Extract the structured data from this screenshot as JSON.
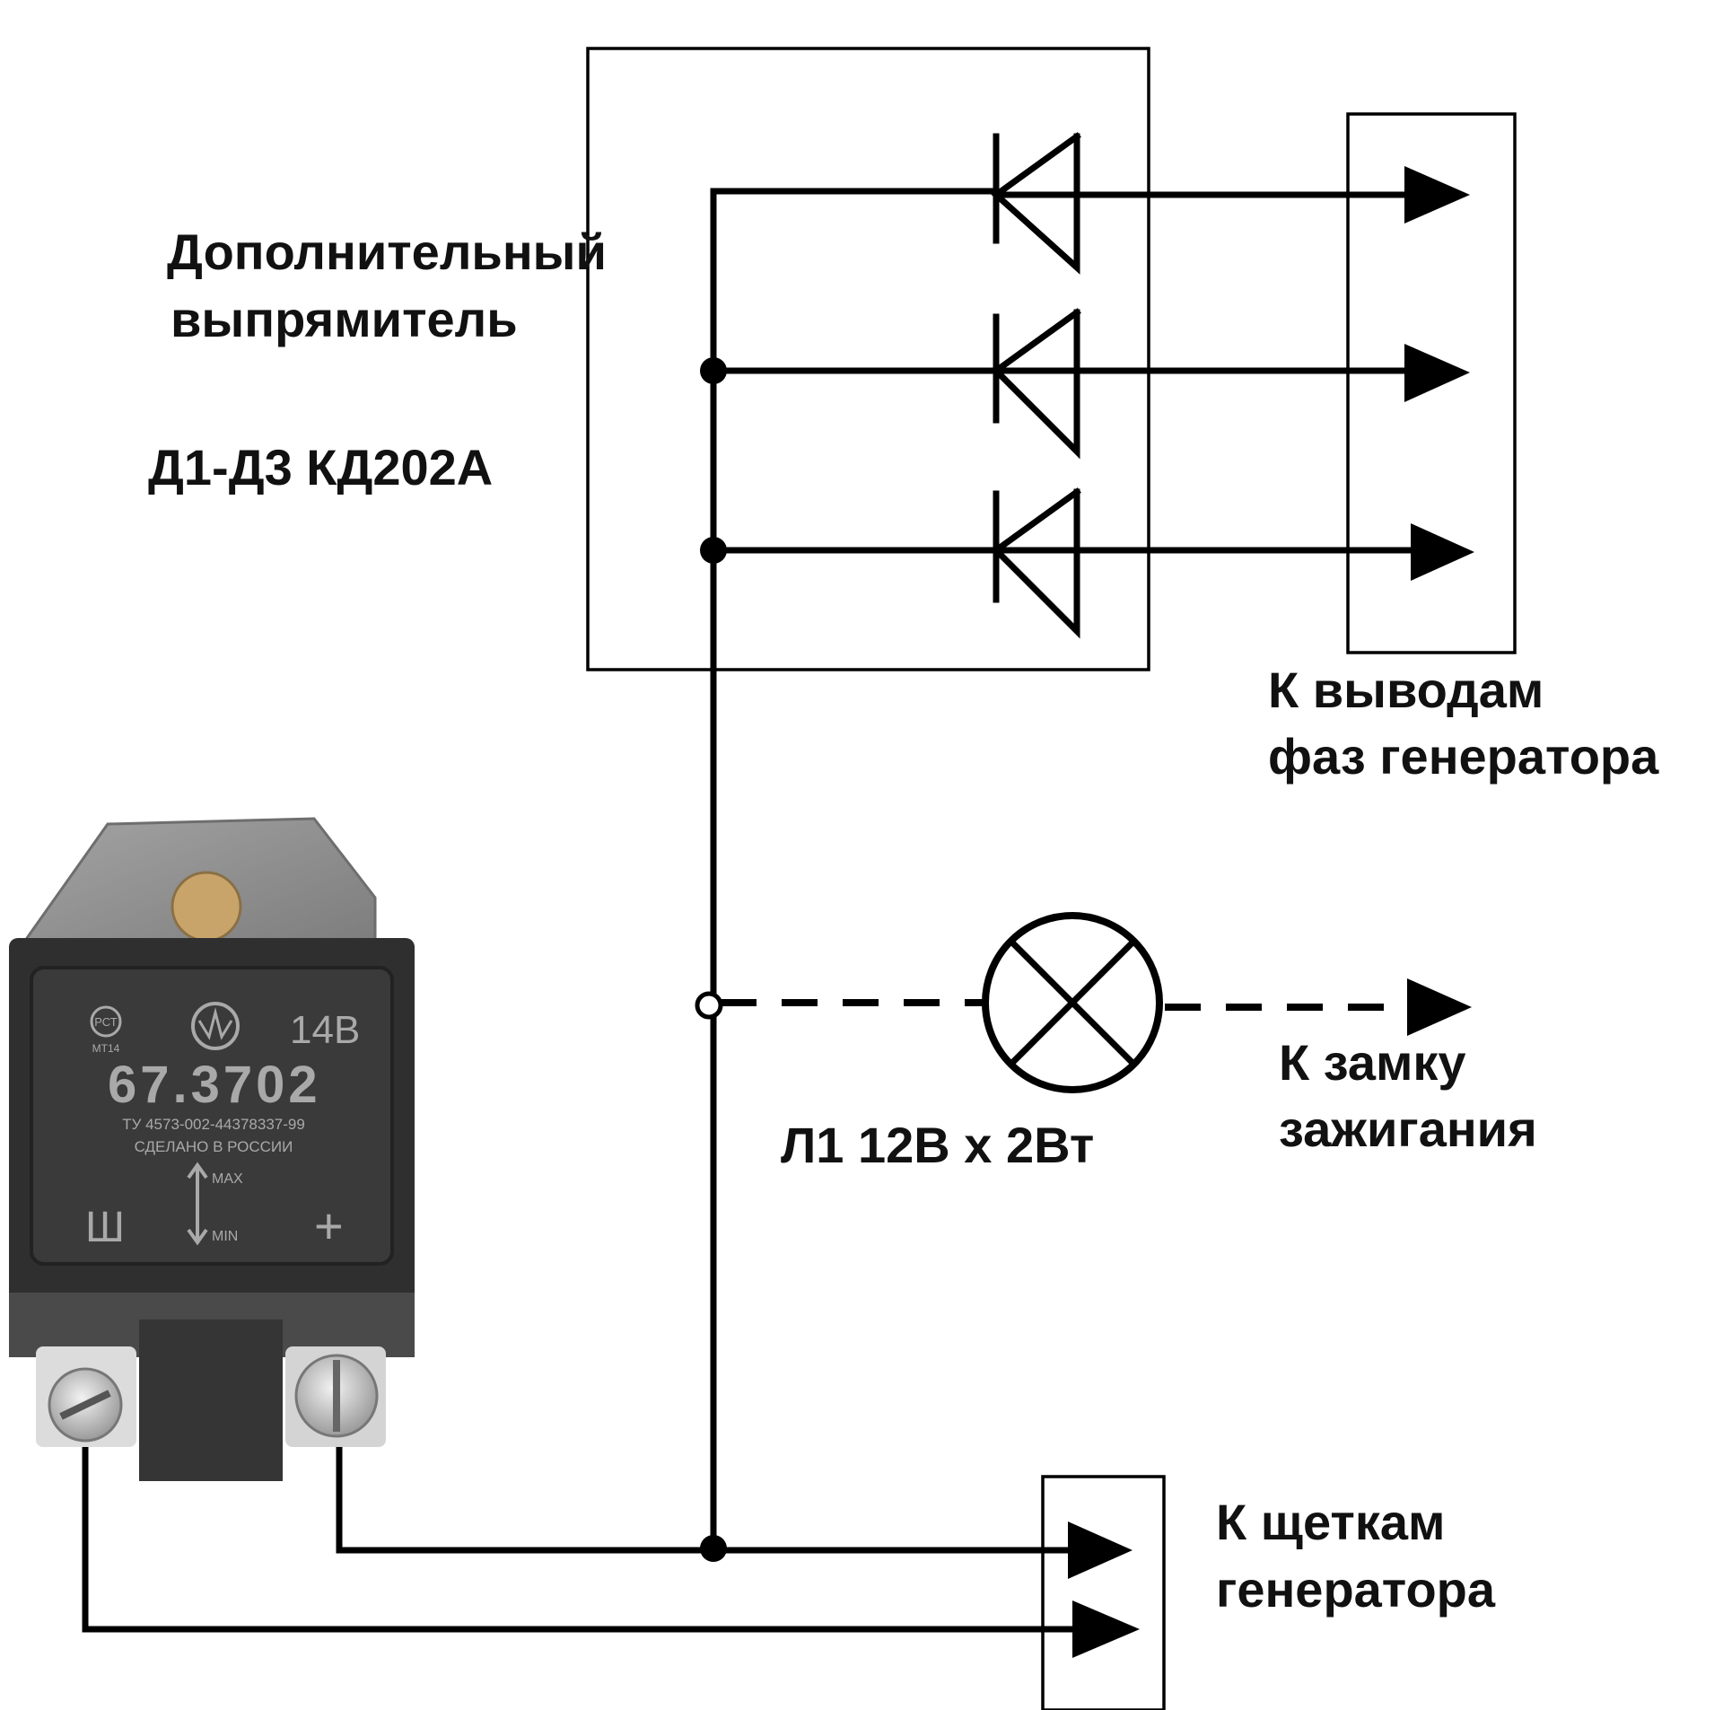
{
  "diagram": {
    "labels": {
      "rectifier_line1": "Дополнительный",
      "rectifier_line2": "выпрямитель",
      "diodes": "Д1-Д3 КД202А",
      "phases_line1": "К выводам",
      "phases_line2": "фаз генератора",
      "ignition_line1": "К замку",
      "ignition_line2": "зажигания",
      "lamp": "Л1 12В х 2Вт",
      "brushes_line1": "К щеткам",
      "brushes_line2": "генератора"
    },
    "regulator": {
      "voltage": "14В",
      "model": "67.3702",
      "spec": "ТУ 4573-002-44378337-99",
      "made_in": "СДЕЛАНО В РОССИИ",
      "max": "MAX",
      "min": "MIN",
      "terminal_left": "Ш",
      "terminal_right": "+",
      "cert_mark": "РСТ",
      "cert_code": "МТ14"
    },
    "colors": {
      "line": "#000000",
      "regulator_body": "#2f2f2f",
      "regulator_face": "#3a3a3a",
      "regulator_text": "#a9a9a9",
      "mounting_plate": "#8e8e8e",
      "mounting_hole": "#c9a46a"
    }
  }
}
